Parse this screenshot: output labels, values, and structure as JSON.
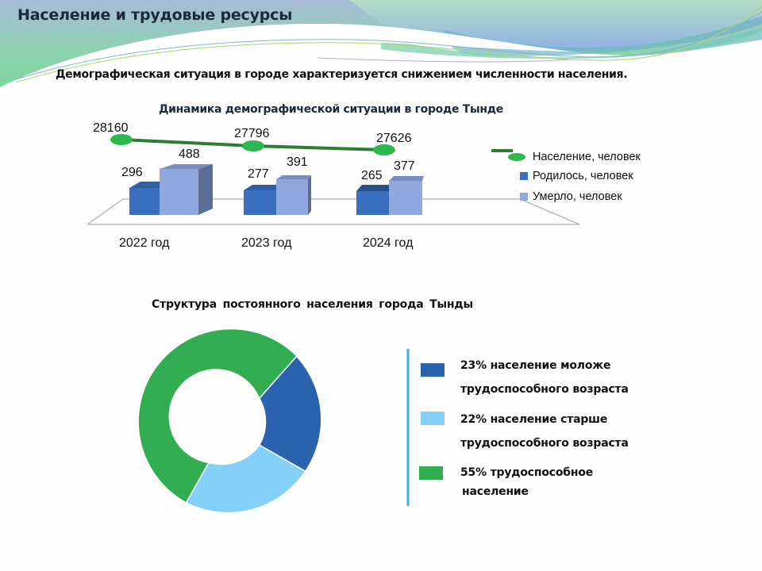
{
  "header": {
    "title": "Население и трудовые ресурсы",
    "subtitle": "Демографическая ситуация в городе характеризуется снижением численности населения."
  },
  "colors": {
    "population_line": "#2e7d32",
    "population_marker": "#2db84d",
    "born": "#3a6fbf",
    "died": "#8fa9de",
    "young": "#2a62ad",
    "old": "#85d0f7",
    "working": "#33ad52",
    "divider": "#3ab0e6"
  },
  "chart_data": [
    {
      "type": "bar",
      "title": "Динамика демографической ситуации в городе Тынде",
      "categories": [
        "2022 год",
        "2023 год",
        "2024 год"
      ],
      "series": [
        {
          "name": "Население, человек",
          "type": "line",
          "values": [
            28160,
            27796,
            27626
          ]
        },
        {
          "name": "Родилось, человек",
          "type": "bar",
          "values": [
            296,
            277,
            265
          ]
        },
        {
          "name": "Умерло, человек",
          "type": "bar",
          "values": [
            488,
            391,
            377
          ]
        }
      ],
      "xlabel": "",
      "ylabel": "",
      "grid": false,
      "legend_position": "right",
      "style": "3d-clustered-bar-with-line"
    },
    {
      "type": "pie",
      "subtype": "donut",
      "title": "Структура постоянного населения города Тынды",
      "categories": [
        "население моложе трудоспособного возраста",
        "население старше трудоспособного возраста",
        "трудоспособное население"
      ],
      "values": [
        23,
        22,
        55
      ],
      "unit": "%",
      "legend_position": "right"
    }
  ],
  "chart1": {
    "title": "Динамика демографической ситуации в городе Тынде",
    "categories": [
      "2022 год",
      "2023 год",
      "2024 год"
    ],
    "population_labels": [
      "28160",
      "27796",
      "27626"
    ],
    "born_labels": [
      "296",
      "277",
      "265"
    ],
    "died_labels": [
      "488",
      "391",
      "377"
    ],
    "legend": [
      "Население, человек",
      "Родилось, человек",
      "Умерло, человек"
    ]
  },
  "chart2": {
    "title": "Структура  постоянного  населения  города  Тынды",
    "legend": [
      {
        "line1": "23%   население моложе",
        "line2": "трудоспособного возраста"
      },
      {
        "line1": "22%   население старше",
        "line2": "трудоспособного возраста"
      },
      {
        "line1": "55%  трудоспособное",
        "line2": " население"
      }
    ]
  }
}
